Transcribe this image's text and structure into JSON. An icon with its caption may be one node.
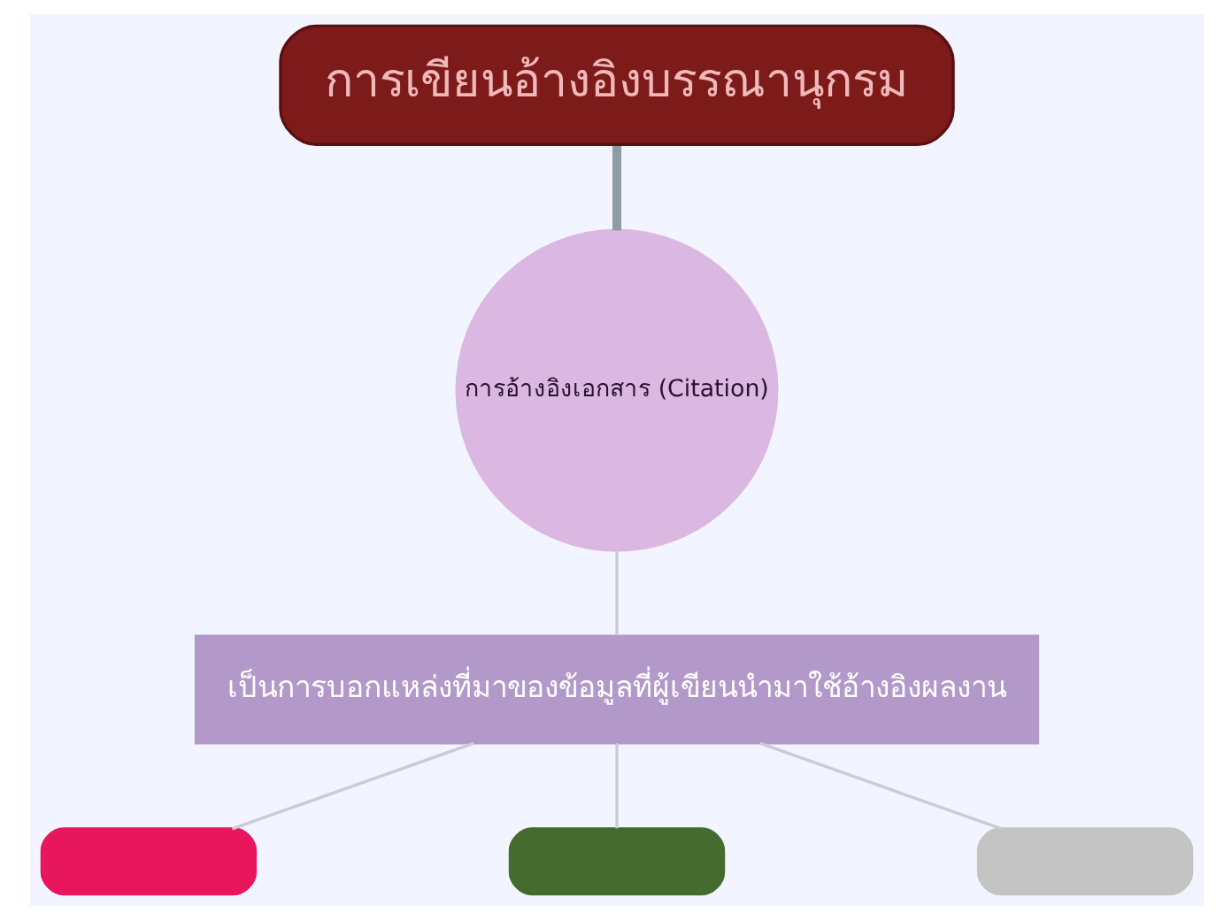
{
  "diagram": {
    "nodes": [
      {
        "text": [
          "การเขียนอ้างอิงบรรณานุกรม"
        ]
      },
      {
        "text": [
          "การอ้างอิงเอกสาร (Citation)"
        ]
      },
      {
        "text": [
          "เป็นการบอกแหล่งที่มาของข้อมูลที่ผู้เขียนนำมาใช้อ้างอิงผลงาน"
        ]
      },
      {
        "text": [],
        "shape": "box"
      },
      {
        "text": [],
        "shape": "box"
      },
      {
        "text": [],
        "shape": "box"
      }
    ],
    "edges": [
      {
        "from": 0,
        "to": 1,
        "arrow": "none",
        "style": "thick",
        "color": "#8f9ba6"
      },
      {
        "from": 1,
        "to": 2,
        "arrow": "none"
      },
      {
        "from": 2,
        "to": 3,
        "arrow": "none"
      },
      {
        "from": 2,
        "to": 4,
        "arrow": "none"
      },
      {
        "from": 2,
        "to": 5,
        "arrow": "none"
      }
    ]
  }
}
